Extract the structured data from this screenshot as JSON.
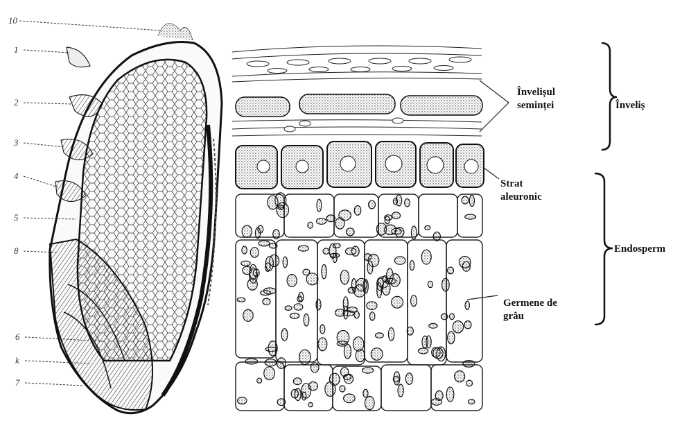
{
  "left_figure": {
    "numbers": [
      "10",
      "1",
      "2",
      "3",
      "4",
      "5",
      "8",
      "6",
      "k",
      "7"
    ]
  },
  "labels": {
    "invelisul_semintei": [
      "Învelișul",
      "semințeі"
    ],
    "strat_aleuronic": [
      "Strat",
      "aleuronic"
    ],
    "germene_de_grau": [
      "Germene de",
      "grâu"
    ]
  },
  "groups": {
    "invelis": "Înveliș",
    "endosperm": "Endosperm"
  },
  "colors": {
    "ink": "#111111",
    "background": "#ffffff"
  }
}
